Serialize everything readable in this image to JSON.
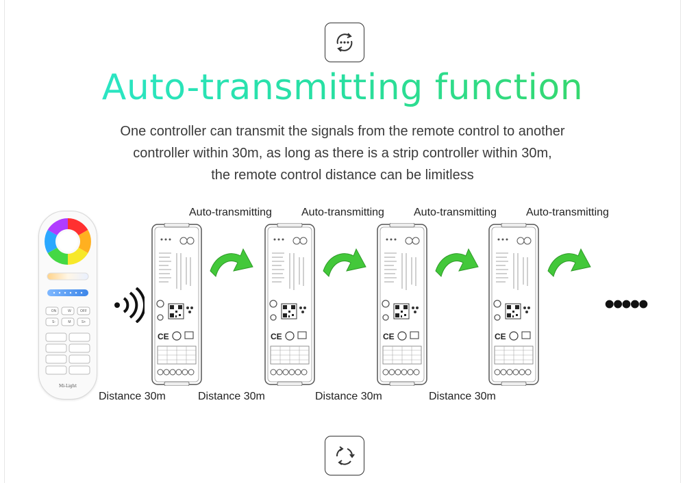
{
  "title": "Auto-transmitting function",
  "description": [
    "One controller can transmit the signals from the remote control to another",
    "controller within 30m, as long as there is a strip controller within 30m,",
    "the remote control distance can be limitless"
  ],
  "auto_labels": [
    "Auto-transmitting",
    "Auto-transmitting",
    "Auto-transmitting",
    "Auto-transmitting"
  ],
  "distance_labels": [
    "Distance 30m",
    "Distance 30m",
    "Distance 30m",
    "Distance 30m"
  ],
  "ellipsis": "•••••",
  "remote": {
    "buttons": [
      "ON",
      "W",
      "OFF",
      "S-",
      "M",
      "S+"
    ],
    "brand": "Mi-Light"
  },
  "controller": {
    "ce_mark": "CE"
  },
  "colors": {
    "title_start": "#2ce8d2",
    "title_end": "#3bd55a",
    "arrow": "#43c83a"
  },
  "icons": {
    "top": "refresh-dots-icon",
    "bottom": "cycle-arrows-icon",
    "signal": "wireless-signal-icon"
  }
}
